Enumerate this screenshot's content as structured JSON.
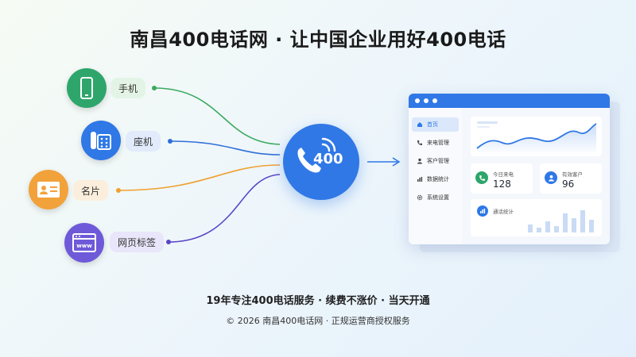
{
  "headline": "南昌400电话网 · 让中国企业用好400电话",
  "sources": [
    {
      "label": "手机",
      "icon": "mobile-phone-icon",
      "color": "#2ea66b",
      "label_bg": "#e3f4e6",
      "line_color": "#3aaa5e"
    },
    {
      "label": "座机",
      "icon": "desk-phone-icon",
      "color": "#2f78e6",
      "label_bg": "#e1ebfb",
      "line_color": "#2f6fd8"
    },
    {
      "label": "名片",
      "icon": "business-card-icon",
      "color": "#f2a23a",
      "label_bg": "#fbeedd",
      "line_color": "#f0a030"
    },
    {
      "label": "网页标签",
      "icon": "web-page-icon",
      "color": "#6e5ad9",
      "label_bg": "#e9e5fa",
      "line_color": "#5b46c9"
    }
  ],
  "hub": {
    "text": "400",
    "icon": "phone-call-icon",
    "color": "#2f78e6"
  },
  "dashboard": {
    "sidebar": [
      "首页",
      "来电管理",
      "客户管理",
      "数据统计",
      "系统设置"
    ],
    "stats": [
      {
        "label": "今日来电",
        "value": "128",
        "icon": "phone-icon",
        "color": "#2ea66b"
      },
      {
        "label": "有效客户",
        "value": "96",
        "icon": "user-icon",
        "color": "#2f78e6"
      }
    ],
    "stats_card_label": "通话统计"
  },
  "subline": "19年专注400电话服务 · 续费不涨价 · 当天开通",
  "footer": "© 2026 南昌400电话网 · 正规运营商授权服务"
}
